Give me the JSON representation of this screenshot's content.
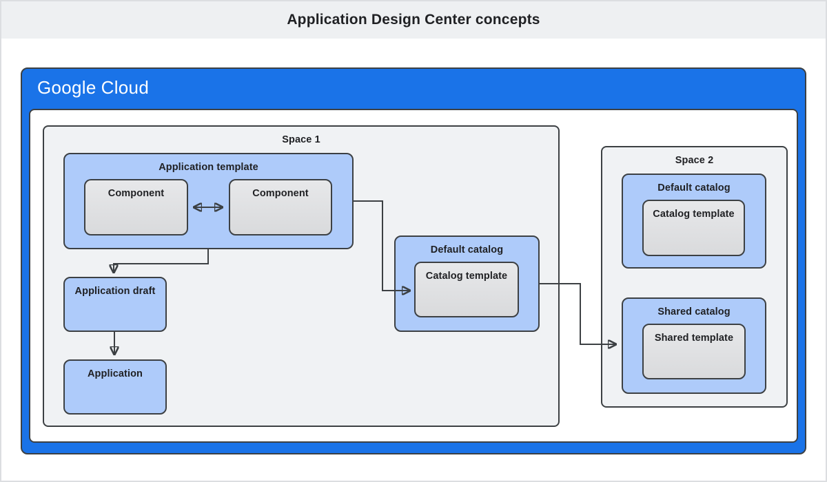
{
  "page": {
    "title": "Application Design Center concepts"
  },
  "brand": {
    "google": "Google",
    "cloud": "Cloud"
  },
  "colors": {
    "frame_border": "#dcdee1",
    "band_gray": "#eef0f2",
    "brand_blue": "#1a73e8",
    "border_dark": "#3c4043",
    "text_dark": "#202124",
    "node_blue": "#aecbfa",
    "node_gray_top": "#e7e8ea",
    "node_gray_bottom": "#d9dadc",
    "space_gray": "#f0f2f4",
    "arrow_dark": "#202124"
  },
  "spaces": {
    "space1": {
      "label": "Space 1",
      "application_template": {
        "label": "Application template",
        "components": [
          {
            "label": "Component"
          },
          {
            "label": "Component"
          }
        ]
      },
      "application_draft": {
        "label": "Application draft"
      },
      "application": {
        "label": "Application"
      },
      "default_catalog": {
        "label": "Default catalog",
        "template": {
          "label": "Catalog template"
        }
      }
    },
    "space2": {
      "label": "Space 2",
      "default_catalog": {
        "label": "Default catalog",
        "template": {
          "label": "Catalog template"
        }
      },
      "shared_catalog": {
        "label": "Shared catalog",
        "template": {
          "label": "Shared template"
        }
      }
    }
  },
  "connections": [
    {
      "from": "component-left",
      "to": "component-right",
      "type": "bidirectional"
    },
    {
      "from": "application-template",
      "to": "application-draft",
      "type": "directed"
    },
    {
      "from": "application-draft",
      "to": "application",
      "type": "directed"
    },
    {
      "from": "application-template",
      "to": "space1-catalog-template",
      "type": "directed"
    },
    {
      "from": "space1-default-catalog",
      "to": "space2-shared-catalog",
      "type": "directed"
    }
  ]
}
